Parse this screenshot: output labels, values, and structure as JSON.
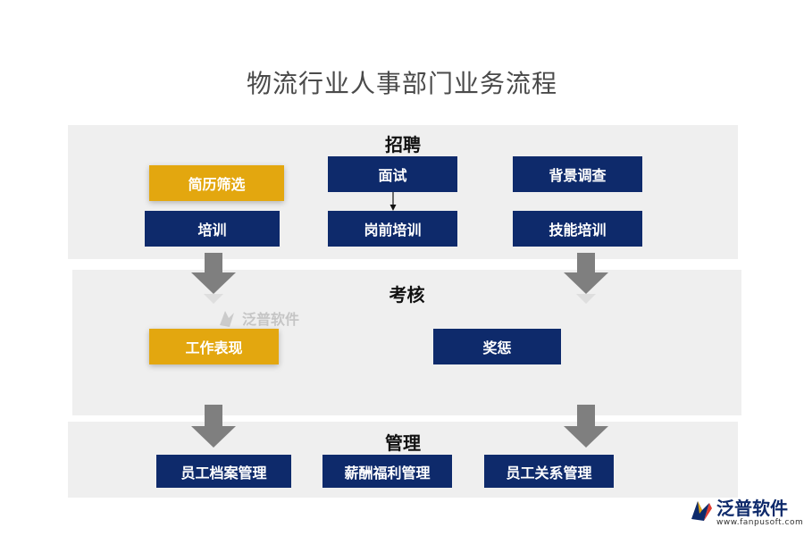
{
  "title": "物流行业人事部门业务流程",
  "sections": {
    "recruit": {
      "heading": "招聘",
      "boxes": {
        "resume_screening": "简历筛选",
        "training": "培训",
        "interview": "面试",
        "pre_job_training": "岗前培训",
        "background_check": "背景调查",
        "skill_training": "技能培训"
      }
    },
    "assessment": {
      "heading": "考核",
      "boxes": {
        "work_performance": "工作表现",
        "rewards_penalties": "奖惩"
      }
    },
    "management": {
      "heading": "管理",
      "boxes": {
        "employee_records": "员工档案管理",
        "salary_benefits": "薪酬福利管理",
        "employee_relations": "员工关系管理"
      }
    }
  },
  "logo": {
    "name": "泛普软件",
    "url": "www.fanpusoft.com"
  },
  "colors": {
    "navy": "#0e2a6b",
    "gold": "#e3a70f",
    "panel": "#efefef",
    "arrow": "#7f7f7f"
  }
}
